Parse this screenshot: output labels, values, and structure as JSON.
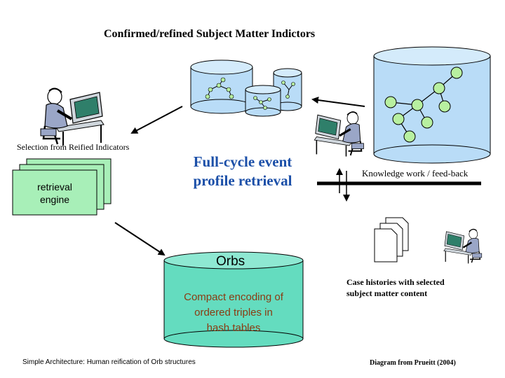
{
  "title": "Confirmed/refined Subject Matter Indictors",
  "selection_label": "Selection from Reified Indicators",
  "retrieval_engine": {
    "line1": "retrieval",
    "line2": "engine"
  },
  "center_label": {
    "line1": "Full-cycle event",
    "line2": "profile retrieval"
  },
  "knowledge_label": "Knowledge work / feed-back",
  "orbs": {
    "title": "Orbs",
    "line1": "Compact encoding of",
    "line2": "ordered triples in",
    "line3": "hash tables"
  },
  "case_histories": {
    "line1": "Case histories with selected",
    "line2": "subject matter content"
  },
  "footer_left": "Simple Architecture: Human reification of Orb structures",
  "footer_right": "Diagram from Prueitt (2004)",
  "colors": {
    "cylinder_blue": "#b9dcf7",
    "node_green": "#b8f0a0",
    "orbs_teal": "#64dcbf",
    "doc_green": "#a8efb8",
    "monitor_teal": "#2f7f6a"
  }
}
